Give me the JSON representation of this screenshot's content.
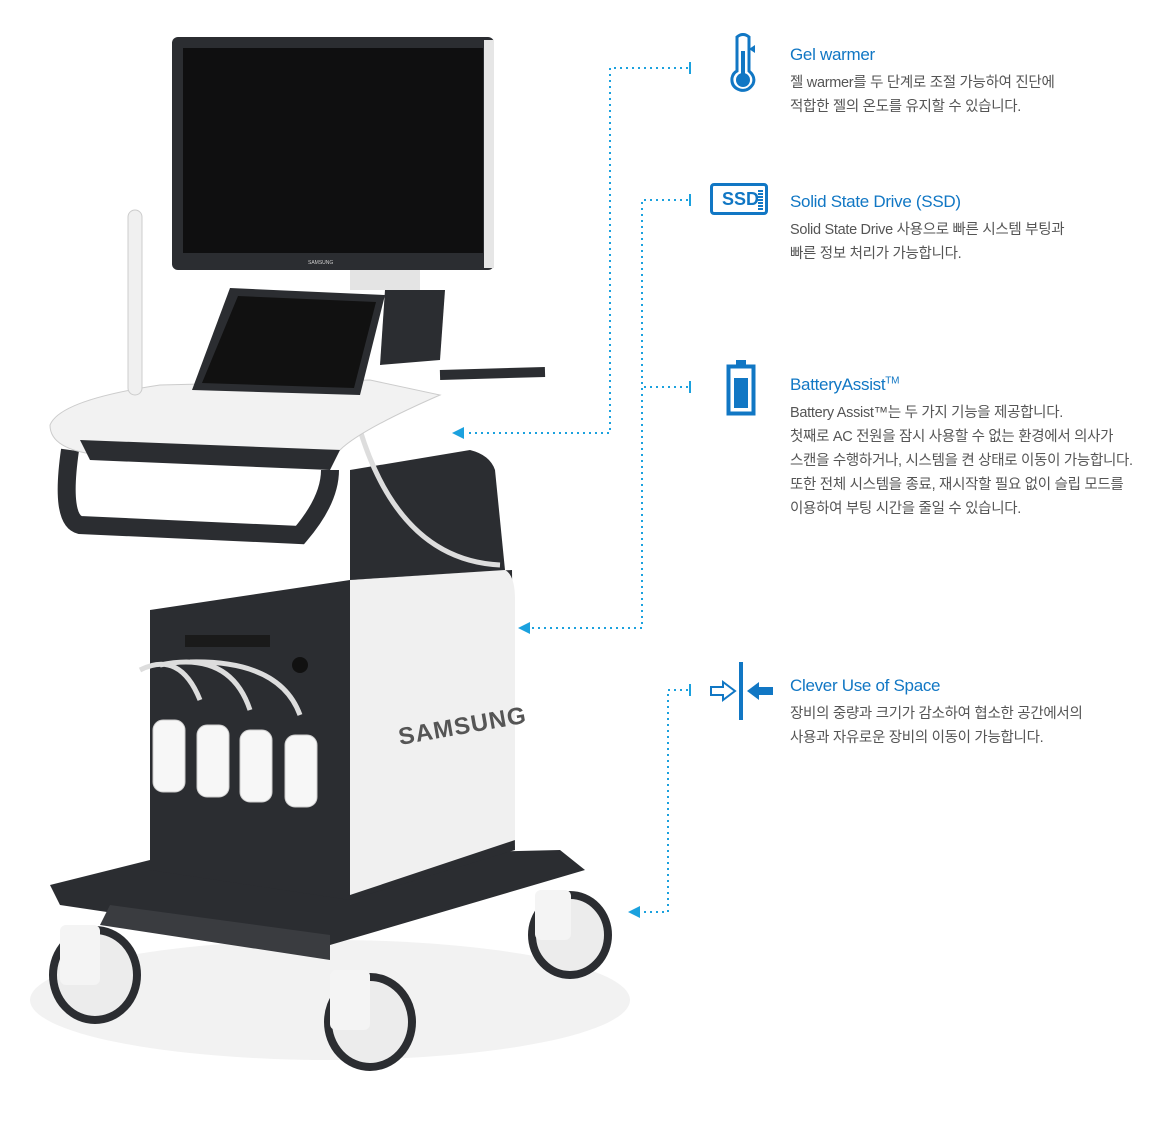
{
  "product": {
    "logo_text": "SAMSUNG"
  },
  "colors": {
    "accent": "#1177c4",
    "connector": "#1ba1de",
    "body_text": "#555555"
  },
  "features": [
    {
      "icon": "thermometer-icon",
      "title": "Gel warmer",
      "lines": [
        "젤 warmer를 두 단계로 조절 가능하여 진단에",
        "적합한 젤의 온도를 유지할 수 있습니다."
      ]
    },
    {
      "icon": "ssd-icon",
      "icon_text": "SSD",
      "title": "Solid State Drive (SSD)",
      "lines": [
        "Solid State Drive 사용으로 빠른 시스템 부팅과",
        "빠른 정보 처리가 가능합니다."
      ]
    },
    {
      "icon": "battery-icon",
      "title": "BatteryAssist",
      "title_mark": "TM",
      "lines": [
        "Battery Assist™는 두 가지 기능을 제공합니다.",
        "첫째로 AC 전원을 잠시 사용할 수 없는 환경에서 의사가",
        "스캔을 수행하거나, 시스템을 켠 상태로 이동이 가능합니다.",
        "또한 전체 시스템을 종료, 재시작할 필요 없이 슬립 모드를",
        "이용하여 부팅 시간을 줄일 수 있습니다."
      ]
    },
    {
      "icon": "compact-space-icon",
      "title": "Clever Use of Space",
      "lines": [
        "장비의 중량과 크기가 감소하여 협소한 공간에서의",
        "사용과 자유로운 장비의 이동이 가능합니다."
      ]
    }
  ]
}
